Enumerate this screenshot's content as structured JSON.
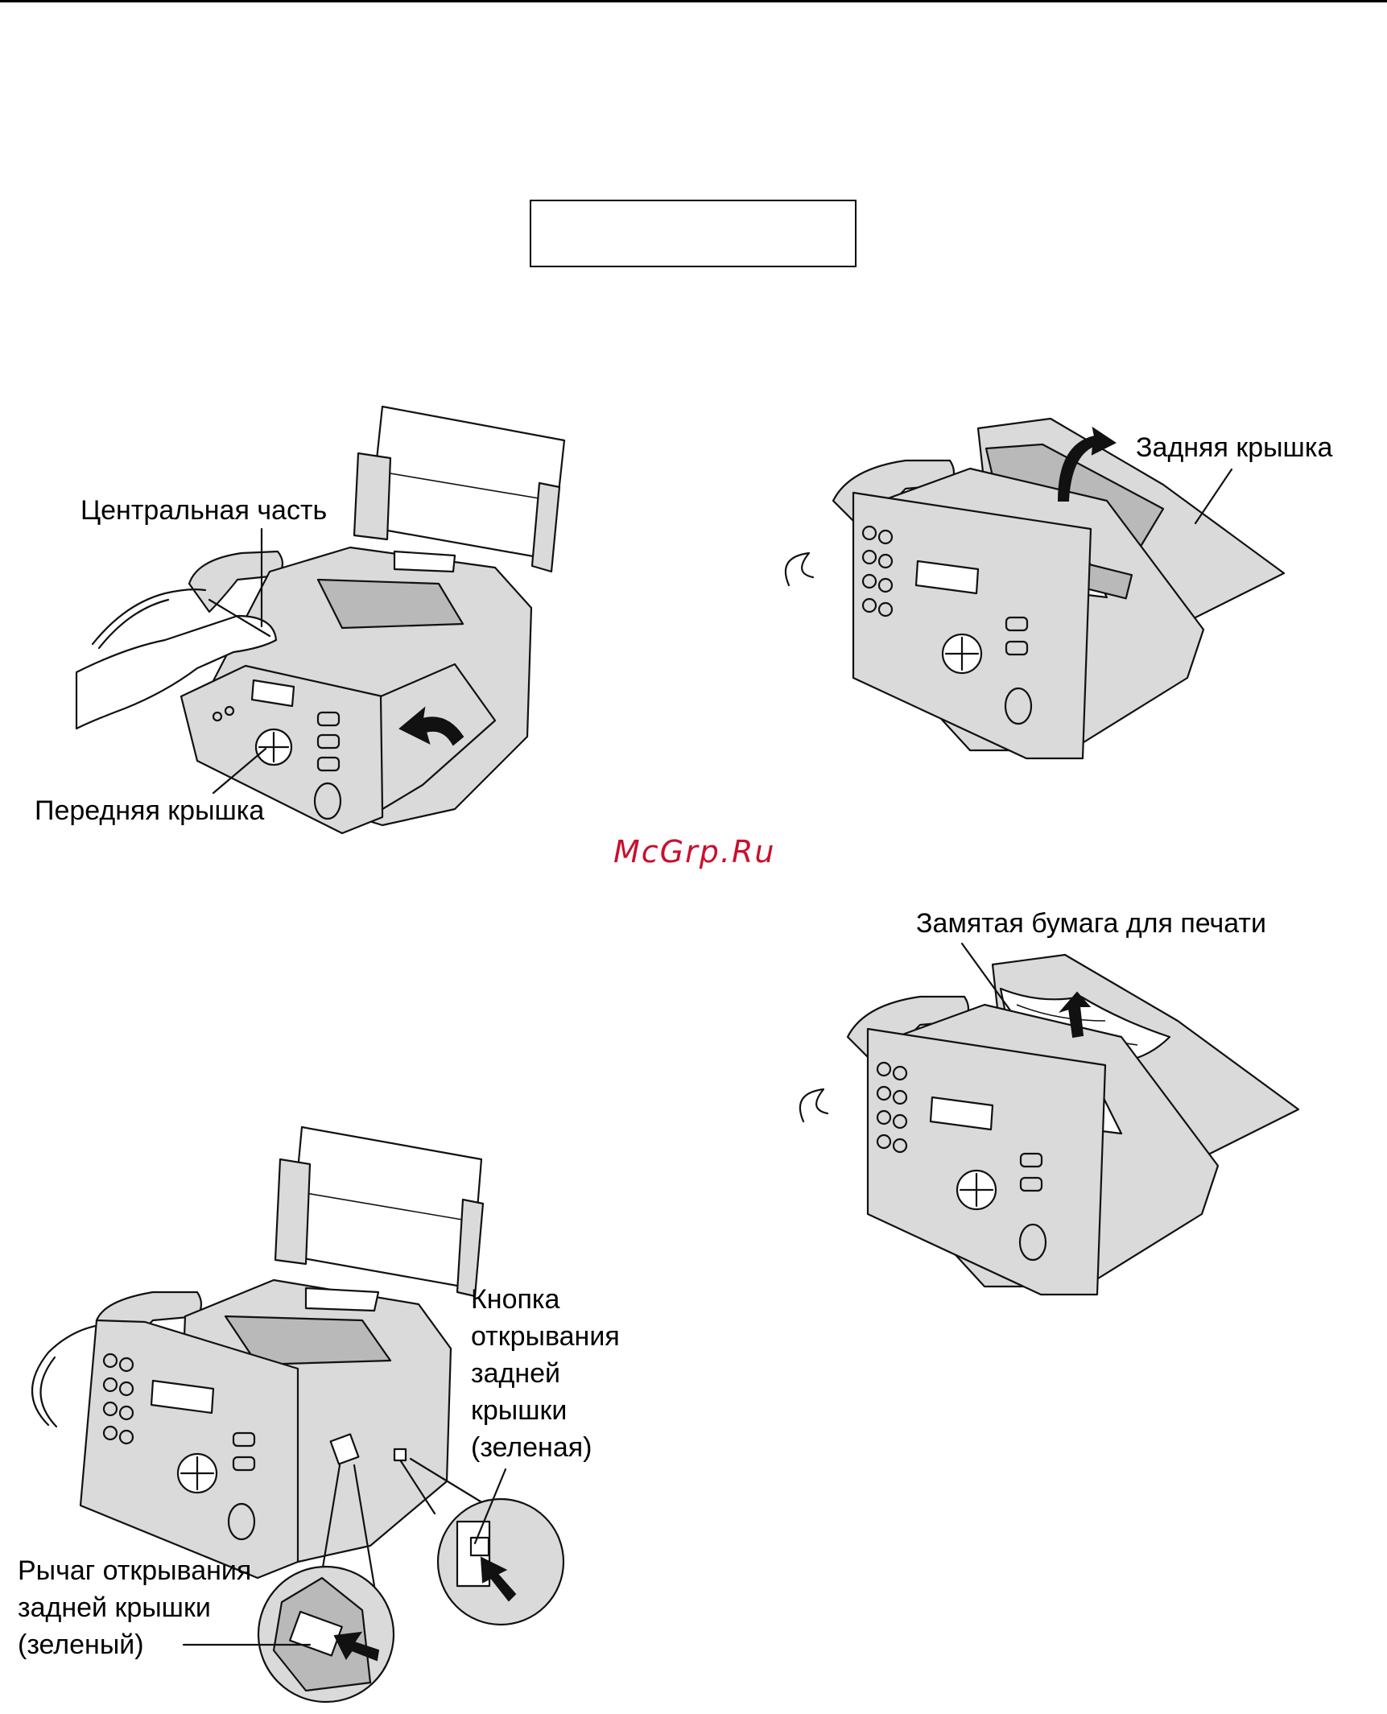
{
  "watermark": "McGrp.Ru",
  "figure_1": {
    "labels": {
      "center_part": "Центральная часть",
      "front_cover": "Передняя крышка"
    }
  },
  "figure_2": {
    "labels": {
      "back_cover": "Задняя крышка"
    }
  },
  "figure_3": {
    "labels": {
      "back_cover_button": [
        "Кнопка",
        "открывания",
        "задней",
        "крышки",
        "(зеленая)"
      ],
      "back_cover_lever": [
        "Рычаг открывания",
        "задней крышки",
        "(зеленый)"
      ]
    }
  },
  "figure_4": {
    "labels": {
      "jammed_paper": "Замятая бумага для печати"
    }
  },
  "colors": {
    "ink": "#000000",
    "device_gray": "#dadada",
    "watermark": "#c8102e"
  }
}
